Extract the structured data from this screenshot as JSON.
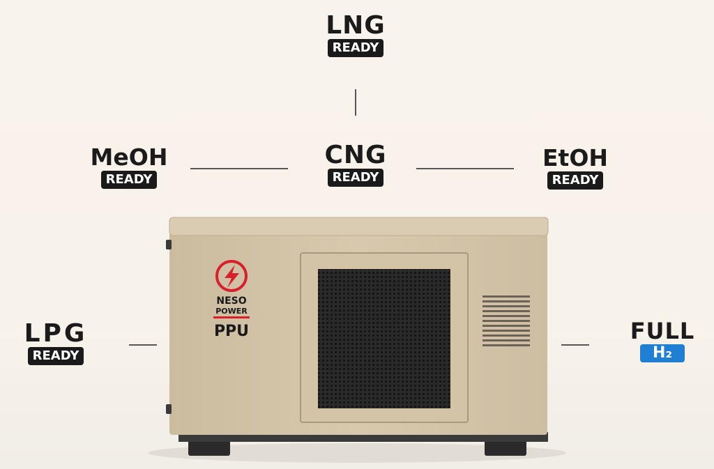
{
  "labels": {
    "lng": {
      "fuel": "LNG",
      "badge": "READY"
    },
    "cng": {
      "fuel": "CNG",
      "badge": "READY"
    },
    "meoh": {
      "fuel": "MeOH",
      "badge": "READY"
    },
    "etoh": {
      "fuel": "EtOH",
      "badge": "READY"
    },
    "lpg": {
      "fuel": "LPG",
      "badge": "READY"
    },
    "h2": {
      "fuel": "FULL",
      "badge": "H₂"
    }
  },
  "unit": {
    "brand_top": "NESO",
    "brand_bottom": "POWER",
    "model": "PPU"
  },
  "colors": {
    "badge_dark": "#1a1a1a",
    "badge_h2": "#1f7fd2",
    "logo_red": "#d81f2a",
    "housing": "#d6c6ab"
  }
}
